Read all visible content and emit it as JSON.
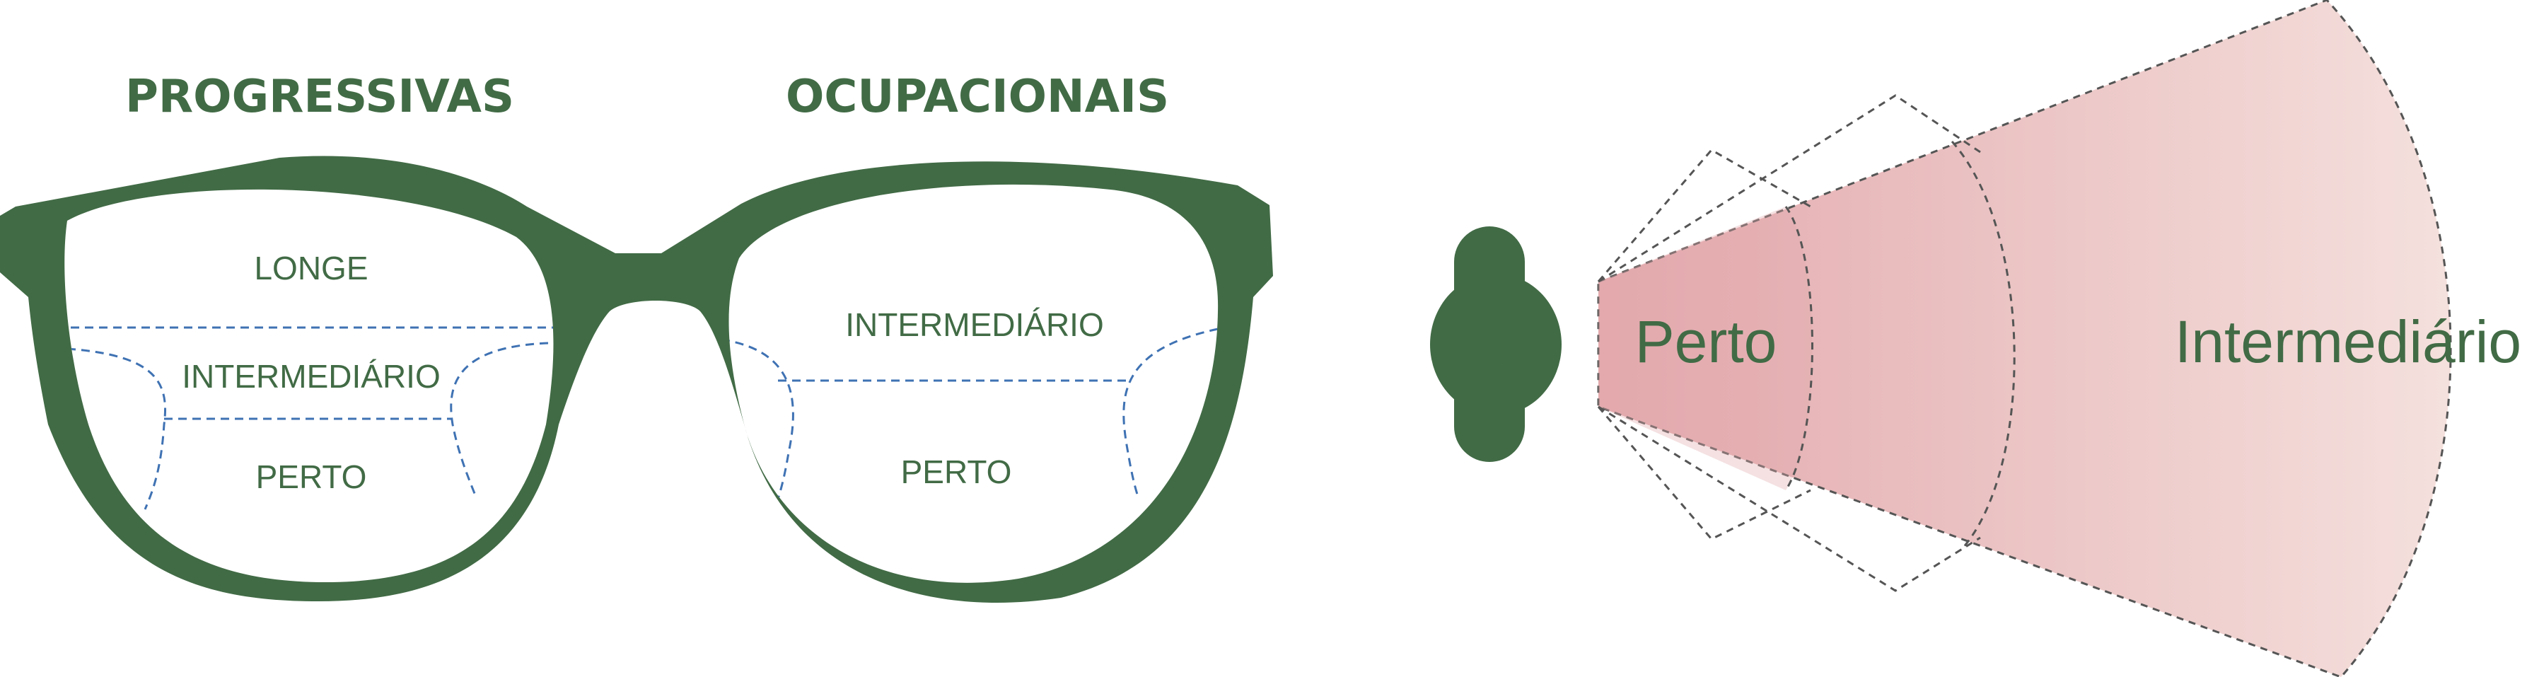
{
  "headings": {
    "progressive": "PROGRESSIVAS",
    "occupational": "OCUPACIONAIS"
  },
  "progressive_lens": {
    "far": "LONGE",
    "intermediate": "INTERMEDIÁRIO",
    "near": "PERTO"
  },
  "occupational_lens": {
    "intermediate": "INTERMEDIÁRIO",
    "near": "PERTO"
  },
  "vision_field": {
    "near": "Perto",
    "intermediate": "Intermediário"
  },
  "colors": {
    "frame": "#416b45",
    "zone_line": "#3f72b3",
    "field_near": "#e3a9ad",
    "field_far": "#f6e6e2",
    "outline": "#555555"
  }
}
